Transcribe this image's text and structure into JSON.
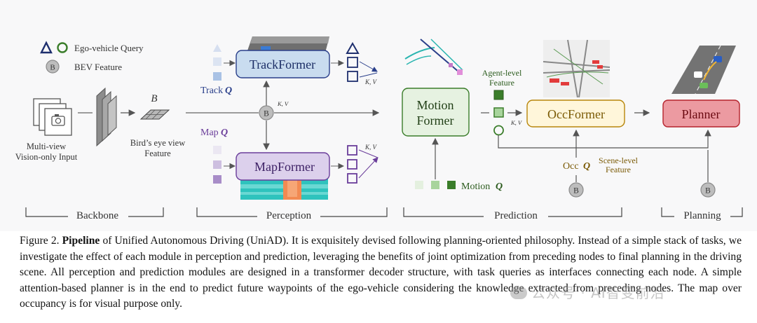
{
  "legend": {
    "ego_query": "Ego-vehicle Query",
    "bev_feature": "BEV Feature",
    "bev_symbol": "B"
  },
  "backbone": {
    "input_line1": "Multi-view",
    "input_line2": "Vision-only Input",
    "bev_letter": "B",
    "bev_line1": "Bird’s eye view",
    "bev_line2": "Feature",
    "section": "Backbone"
  },
  "perception": {
    "track_former": "TrackFormer",
    "map_former": "MapFormer",
    "track_query": "Track",
    "map_query": "Map",
    "query_symbol": "Q",
    "kv": "K, V",
    "section": "Perception"
  },
  "prediction": {
    "motion_former_line1": "Motion",
    "motion_former_line2": "Former",
    "agent_level_line1": "Agent-level",
    "agent_level_line2": "Feature",
    "motion_query": "Motion",
    "occ_former": "OccFormer",
    "occ_query": "Occ",
    "scene_level_line1": "Scene-level",
    "scene_level_line2": "Feature",
    "kv": "K, V",
    "section": "Prediction"
  },
  "planning": {
    "planner": "Planner",
    "section": "Planning"
  },
  "colors": {
    "track": "#c9dcef",
    "map": "#dcd0ec",
    "motion": "#e6f2e1",
    "occ": "#fff6da",
    "planner": "#ec9aa1"
  },
  "caption": {
    "label": "Figure 2.",
    "bold": "Pipeline",
    "text": " of Unified Autonomous Driving (UniAD). It is exquisitely devised following planning-oriented philosophy. Instead of a simple stack of tasks, we investigate the effect of each module in perception and prediction, leveraging the benefits of joint optimization from preceding nodes to final planning in the driving scene. All perception and prediction modules are designed in a transformer decoder structure, with task queries as interfaces connecting each node. A simple attention-based planner is in the end to predict future waypoints of the ego-vehicle considering the knowledge extracted from preceding nodes. The map over occupancy is for visual purpose only."
  },
  "watermark": "公众号 · AI智变前沿"
}
